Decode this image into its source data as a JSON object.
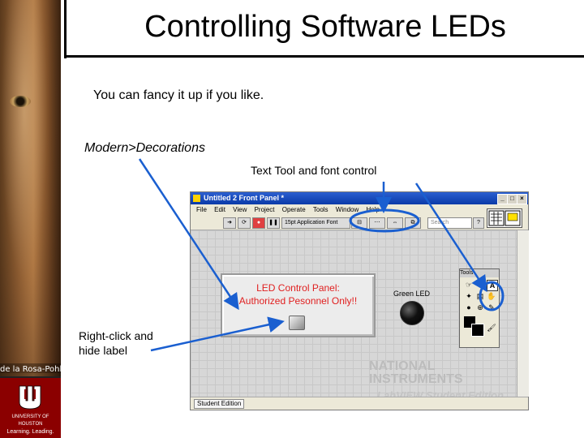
{
  "slide": {
    "title": "Controlling Software LEDs",
    "subtitle": "You can fancy it up if you like.",
    "callout_decorations": "Modern>Decorations",
    "callout_text_tool": "Text Tool and font control",
    "callout_hide_label_line1": "Right-click and",
    "callout_hide_label_line2": "hide label",
    "sidebar_name": "de la Rosa-Pohl",
    "uh_line1": "UNIVERSITY OF HOUSTON",
    "uh_line2": "Learning. Leading."
  },
  "window": {
    "title": "Untitled 2 Front Panel *",
    "menus": [
      "File",
      "Edit",
      "View",
      "Project",
      "Operate",
      "Tools",
      "Window",
      "Help"
    ],
    "font_selector": "15pt Application Font",
    "search_placeholder": "Search",
    "status": "Student Edition",
    "decoration_line1": "LED Control Panel:",
    "decoration_line2": "Authorized Pesonnel Only!!",
    "green_led_label": "Green LED",
    "ni_line1": "NATIONAL",
    "ni_line2": "INSTRUMENTS",
    "ni_line3": "LabVIEW Student Edition",
    "palette_title": "Tools"
  },
  "colors": {
    "annotation_blue": "#1a5fd0",
    "decoration_text": "#e02020",
    "titlebar": "#0a3aa8",
    "uh_red": "#8b0000"
  }
}
